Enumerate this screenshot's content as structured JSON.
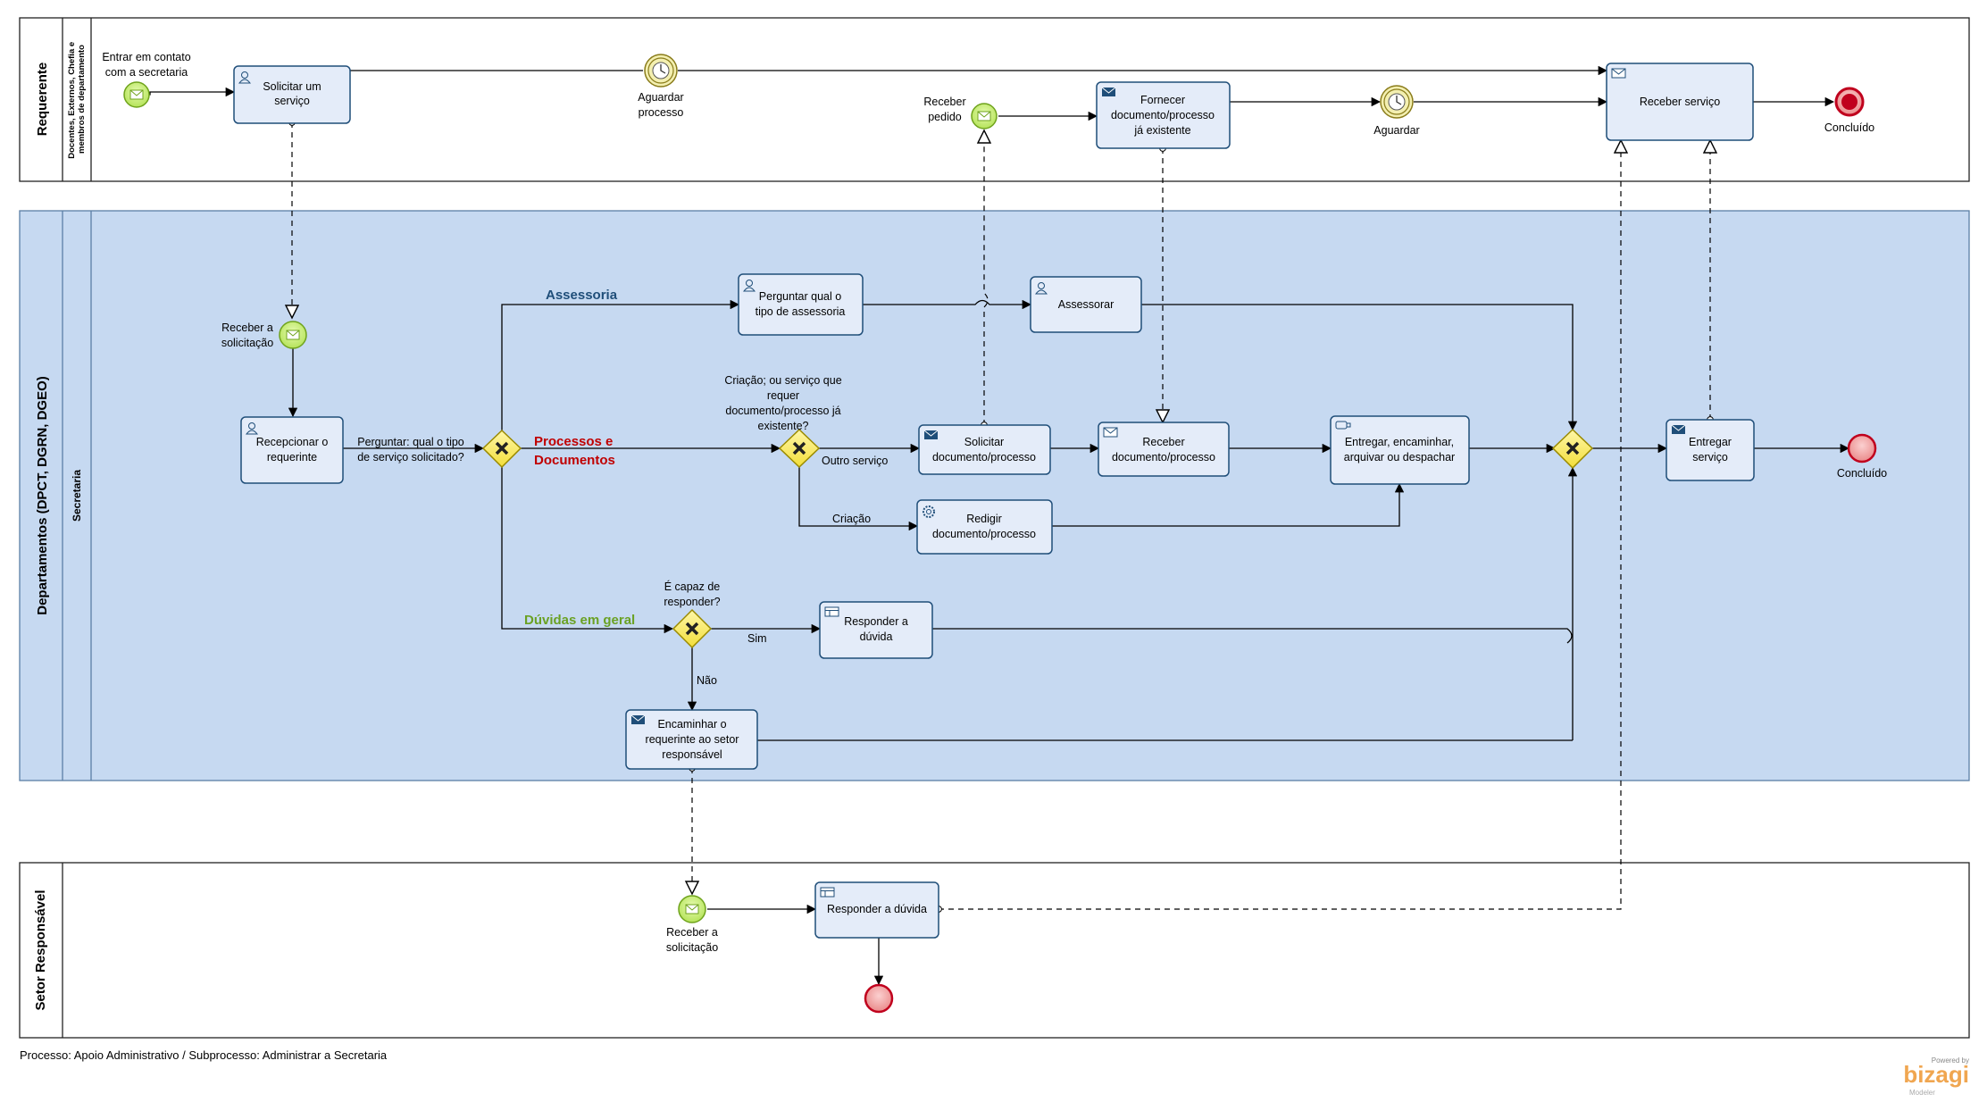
{
  "pools": {
    "requerente": {
      "title": "Requerente",
      "lane": "Docentes, Externos, Chefia e membros de departamento",
      "lane_lines": [
        "Docentes, Externos, Chefia e",
        "membros de departamento"
      ]
    },
    "departamentos": {
      "title": "Departamentos (DPCT, DGRN, DGEO)",
      "lane": "Secretaria"
    },
    "setor": {
      "title": "Setor Responsável"
    }
  },
  "tasks": {
    "solicitar_servico": [
      "Solicitar um",
      "serviço"
    ],
    "fornecer_documento": [
      "Fornecer",
      "documento/processo",
      "já existente"
    ],
    "receber_servico": [
      "Receber serviço"
    ],
    "recepcionar": [
      "Recepcionar o",
      "requerinte"
    ],
    "perguntar_assessoria": [
      "Perguntar qual o",
      "tipo de assessoria"
    ],
    "assessorar": [
      "Assessorar"
    ],
    "solicitar_documento": [
      "Solicitar",
      "documento/processo"
    ],
    "receber_documento": [
      "Receber",
      "documento/processo"
    ],
    "entregar_encaminhar": [
      "Entregar, encaminhar,",
      "arquivar ou despachar"
    ],
    "entregar_servico": [
      "Entregar",
      "serviço"
    ],
    "redigir": [
      "Redigir",
      "documento/processo"
    ],
    "responder_duvida": [
      "Responder a",
      "dúvida"
    ],
    "encaminhar_requerente": [
      "Encaminhar o",
      "requerinte ao setor",
      "responsável"
    ],
    "responder_duvida_setor": [
      "Responder a dúvida"
    ]
  },
  "events": {
    "entrar_contato": [
      "Entrar em contato",
      "com a secretaria"
    ],
    "aguardar_processo": [
      "Aguardar",
      "processo"
    ],
    "receber_pedido": [
      "Receber",
      "pedido"
    ],
    "aguardar": [
      "Aguardar"
    ],
    "concluido_top": [
      "Concluído"
    ],
    "receber_solicitacao": [
      "Receber a",
      "solicitação"
    ],
    "concluido_mid": [
      "Concluído"
    ],
    "receber_solicitacao_setor": [
      "Receber a",
      "solicitação"
    ]
  },
  "gateways": {
    "tipo_servico": [
      "Perguntar: qual o tipo",
      "de serviço solicitado?"
    ],
    "documento_existente": [
      "Criação; ou serviço que",
      "requer",
      "documento/processo já",
      "existente?"
    ],
    "capaz_responder": [
      "É capaz de",
      "responder?"
    ]
  },
  "flow_labels": {
    "assessoria": "Assessoria",
    "processos": [
      "Processos e",
      "Documentos"
    ],
    "duvidas": "Dúvidas em geral",
    "outro_servico": "Outro serviço",
    "criacao": "Criação",
    "sim": "Sim",
    "nao": "Não"
  },
  "footer": "Processo: Apoio Administrativo / Subprocesso: Administrar a Secretaria",
  "brand": {
    "powered": "Powered by",
    "name": "bizagi",
    "product": "Modeler"
  },
  "colors": {
    "task_fill": "#e4ecf9",
    "task_stroke": "#1f4e79",
    "pool_fill": "#c6d9f1",
    "start_fill": "#c6ef74",
    "start_stroke": "#6fa31c",
    "end_fill": "#f0a7a7",
    "end_stroke": "#c0001d",
    "gateway_fill": "#ffef7a",
    "gateway_stroke": "#b5a000",
    "label_assessoria": "#1f4e79",
    "label_processos": "#c00000",
    "label_duvidas": "#6aa123"
  }
}
